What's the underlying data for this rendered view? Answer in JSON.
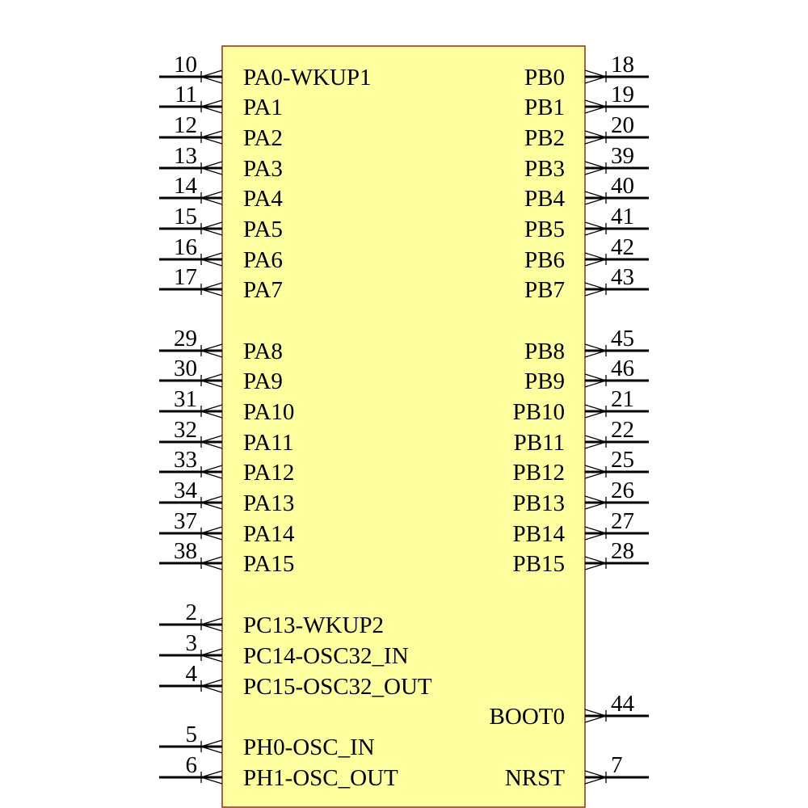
{
  "component": {
    "body_fill": "#ffffa0",
    "outline_color": "#8b2d1a",
    "pin_color": "#000000"
  },
  "left_pins": [
    {
      "label": "PA0-WKUP1",
      "number": "10"
    },
    {
      "label": "PA1",
      "number": "11"
    },
    {
      "label": "PA2",
      "number": "12"
    },
    {
      "label": "PA3",
      "number": "13"
    },
    {
      "label": "PA4",
      "number": "14"
    },
    {
      "label": "PA5",
      "number": "15"
    },
    {
      "label": "PA6",
      "number": "16"
    },
    {
      "label": "PA7",
      "number": "17"
    },
    {
      "label": "PA8",
      "number": "29"
    },
    {
      "label": "PA9",
      "number": "30"
    },
    {
      "label": "PA10",
      "number": "31"
    },
    {
      "label": "PA11",
      "number": "32"
    },
    {
      "label": "PA12",
      "number": "33"
    },
    {
      "label": "PA13",
      "number": "34"
    },
    {
      "label": "PA14",
      "number": "37"
    },
    {
      "label": "PA15",
      "number": "38"
    },
    {
      "label": "PC13-WKUP2",
      "number": "2"
    },
    {
      "label": "PC14-OSC32_IN",
      "number": "3"
    },
    {
      "label": "PC15-OSC32_OUT",
      "number": "4"
    },
    {
      "label": "PH0-OSC_IN",
      "number": "5"
    },
    {
      "label": "PH1-OSC_OUT",
      "number": "6"
    }
  ],
  "right_pins": [
    {
      "label": "PB0",
      "number": "18"
    },
    {
      "label": "PB1",
      "number": "19"
    },
    {
      "label": "PB2",
      "number": "20"
    },
    {
      "label": "PB3",
      "number": "39"
    },
    {
      "label": "PB4",
      "number": "40"
    },
    {
      "label": "PB5",
      "number": "41"
    },
    {
      "label": "PB6",
      "number": "42"
    },
    {
      "label": "PB7",
      "number": "43"
    },
    {
      "label": "PB8",
      "number": "45"
    },
    {
      "label": "PB9",
      "number": "46"
    },
    {
      "label": "PB10",
      "number": "21"
    },
    {
      "label": "PB11",
      "number": "22"
    },
    {
      "label": "PB12",
      "number": "25"
    },
    {
      "label": "PB13",
      "number": "26"
    },
    {
      "label": "PB14",
      "number": "27"
    },
    {
      "label": "PB15",
      "number": "28"
    },
    {
      "label": "BOOT0",
      "number": "44"
    },
    {
      "label": "NRST",
      "number": "7"
    }
  ]
}
